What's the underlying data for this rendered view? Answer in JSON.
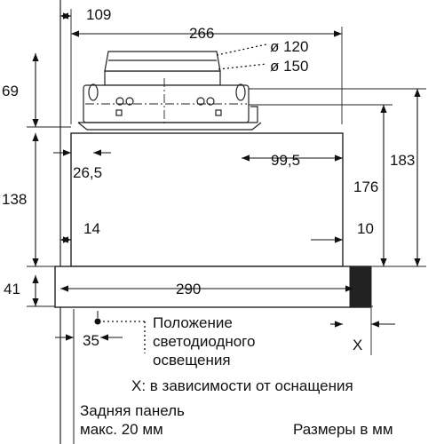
{
  "diagram": {
    "dimensions": {
      "d109": "109",
      "d266": "266",
      "d120": "ø 120",
      "d150": "ø 150",
      "d69": "69",
      "d26_5": "26,5",
      "d99_5": "99,5",
      "d183": "183",
      "d176": "176",
      "d138": "138",
      "d14": "14",
      "d10": "10",
      "d41": "41",
      "d290": "290",
      "d35": "35",
      "dX": "X"
    },
    "notes": {
      "led_line1": "Положение",
      "led_line2": "светодиодного",
      "led_line3": "освещения",
      "x_note": "X: в зависимости от оснащения",
      "back_line1": "Задняя панель",
      "back_line2": "макс. 20 мм",
      "units": "Размеры в мм"
    }
  }
}
